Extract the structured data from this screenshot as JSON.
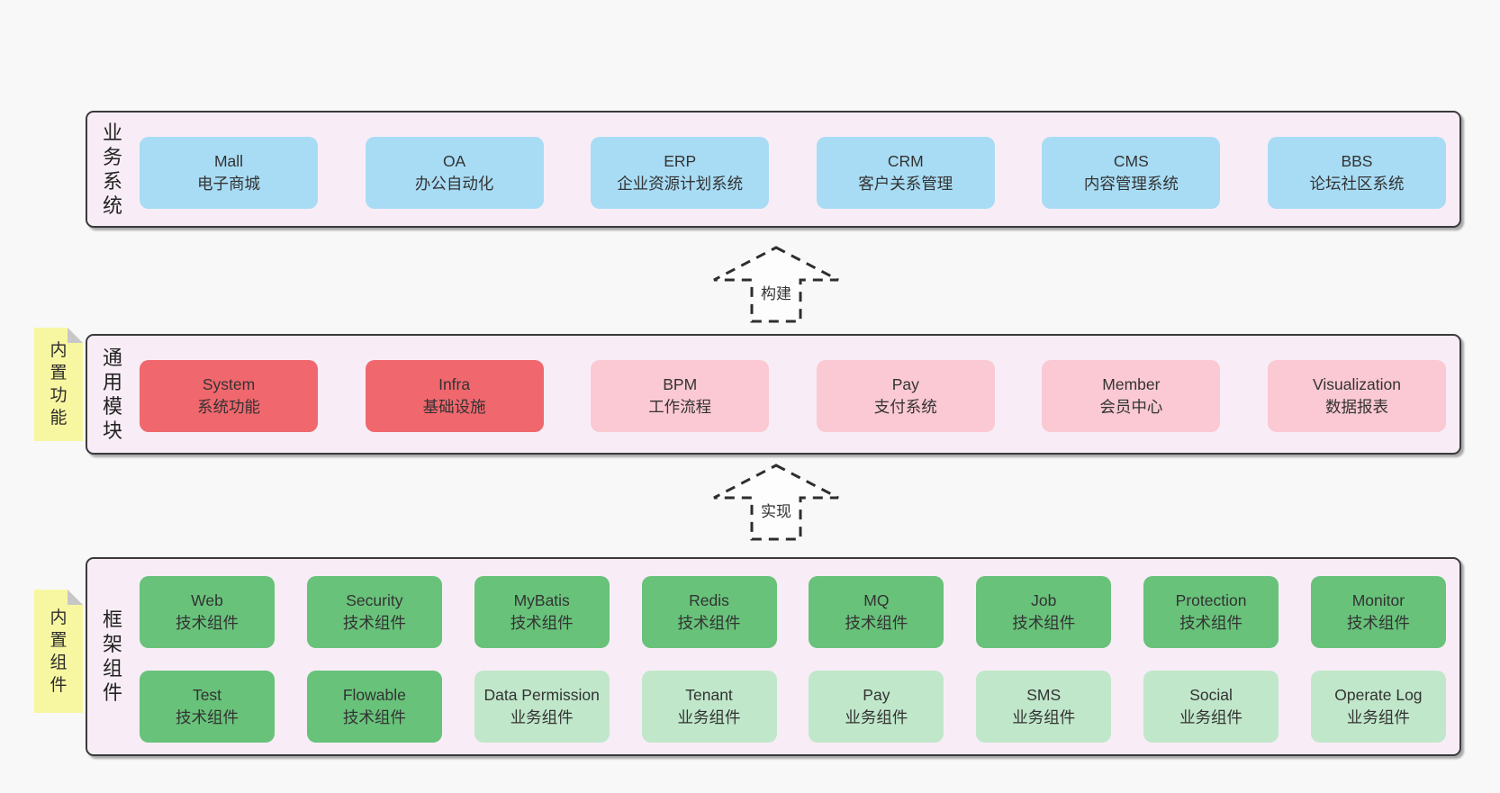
{
  "colors": {
    "page_background": "#f8f8f8",
    "container_fill": "#f8edf6",
    "container_border": "#3a3a3a",
    "business_box_blue": "#a8dcf4",
    "core_module_red": "#f0676d",
    "module_pink": "#fbc9d3",
    "tech_component_green": "#68c27a",
    "biz_component_lightgreen": "#c0e7ca",
    "sticky_yellow": "#f8f7a1"
  },
  "arrows": {
    "build_label": "构建",
    "implement_label": "实现"
  },
  "business_layer": {
    "side_label": "业务系统",
    "boxes": [
      {
        "title": "Mall",
        "subtitle": "电子商城",
        "variant": "blue"
      },
      {
        "title": "OA",
        "subtitle": "办公自动化",
        "variant": "blue"
      },
      {
        "title": "ERP",
        "subtitle": "企业资源计划系统",
        "variant": "blue"
      },
      {
        "title": "CRM",
        "subtitle": "客户关系管理",
        "variant": "blue"
      },
      {
        "title": "CMS",
        "subtitle": "内容管理系统",
        "variant": "blue"
      },
      {
        "title": "BBS",
        "subtitle": "论坛社区系统",
        "variant": "blue"
      }
    ]
  },
  "module_layer": {
    "side_label": "通用模块",
    "sticky_label": "内置功能",
    "boxes": [
      {
        "title": "System",
        "subtitle": "系统功能",
        "variant": "red"
      },
      {
        "title": "Infra",
        "subtitle": "基础设施",
        "variant": "red"
      },
      {
        "title": "BPM",
        "subtitle": "工作流程",
        "variant": "pink"
      },
      {
        "title": "Pay",
        "subtitle": "支付系统",
        "variant": "pink"
      },
      {
        "title": "Member",
        "subtitle": "会员中心",
        "variant": "pink"
      },
      {
        "title": "Visualization",
        "subtitle": "数据报表",
        "variant": "pink"
      }
    ]
  },
  "component_layer": {
    "side_label": "框架组件",
    "sticky_label": "内置组件",
    "row1": [
      {
        "title": "Web",
        "subtitle": "技术组件",
        "variant": "green"
      },
      {
        "title": "Security",
        "subtitle": "技术组件",
        "variant": "green"
      },
      {
        "title": "MyBatis",
        "subtitle": "技术组件",
        "variant": "green"
      },
      {
        "title": "Redis",
        "subtitle": "技术组件",
        "variant": "green"
      },
      {
        "title": "MQ",
        "subtitle": "技术组件",
        "variant": "green"
      },
      {
        "title": "Job",
        "subtitle": "技术组件",
        "variant": "green"
      },
      {
        "title": "Protection",
        "subtitle": "技术组件",
        "variant": "green"
      },
      {
        "title": "Monitor",
        "subtitle": "技术组件",
        "variant": "green"
      }
    ],
    "row2": [
      {
        "title": "Test",
        "subtitle": "技术组件",
        "variant": "green"
      },
      {
        "title": "Flowable",
        "subtitle": "技术组件",
        "variant": "green"
      },
      {
        "title": "Data Permission",
        "subtitle": "业务组件",
        "variant": "lightgreen"
      },
      {
        "title": "Tenant",
        "subtitle": "业务组件",
        "variant": "lightgreen"
      },
      {
        "title": "Pay",
        "subtitle": "业务组件",
        "variant": "lightgreen"
      },
      {
        "title": "SMS",
        "subtitle": "业务组件",
        "variant": "lightgreen"
      },
      {
        "title": "Social",
        "subtitle": "业务组件",
        "variant": "lightgreen"
      },
      {
        "title": "Operate Log",
        "subtitle": "业务组件",
        "variant": "lightgreen"
      }
    ]
  }
}
